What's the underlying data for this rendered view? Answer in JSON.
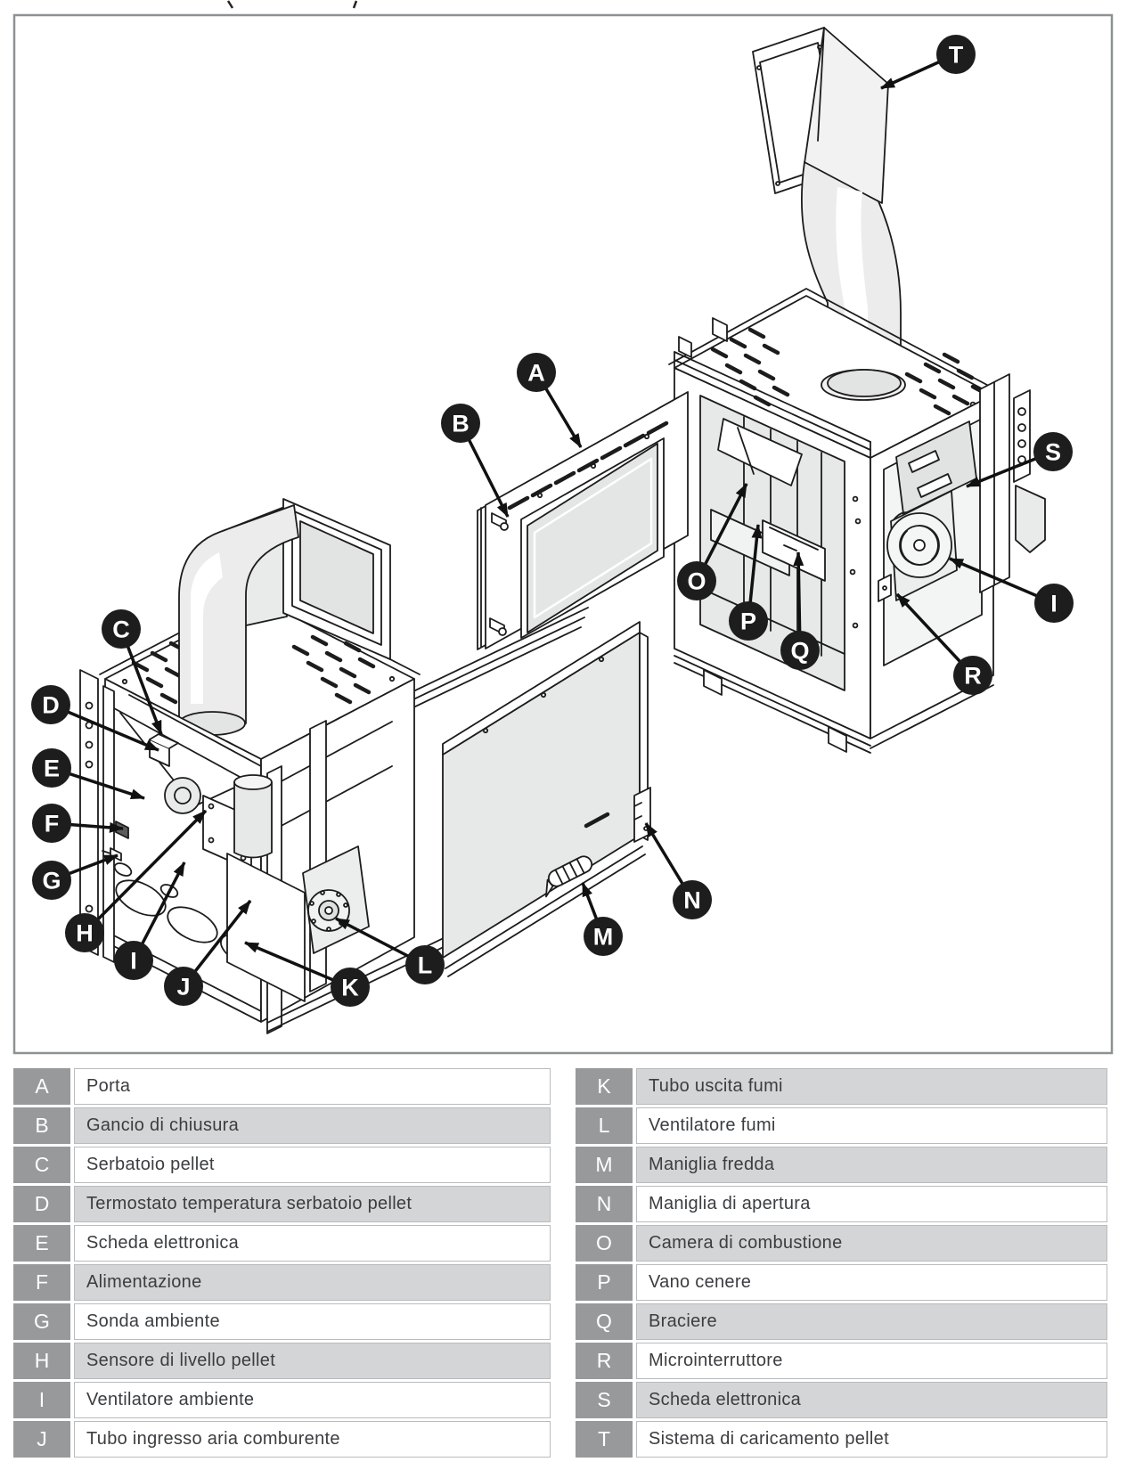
{
  "diagram": {
    "subject": "pellet-stove-insert-exploded-view",
    "frame_border_color": "#8e9193",
    "line_color": "#1c1c1c",
    "shade_color": "#ececec",
    "callout_bg": "#1d1d1d",
    "callout_text_color": "#ffffff",
    "callouts": [
      {
        "letter": "A"
      },
      {
        "letter": "B"
      },
      {
        "letter": "C"
      },
      {
        "letter": "D"
      },
      {
        "letter": "E"
      },
      {
        "letter": "F"
      },
      {
        "letter": "G"
      },
      {
        "letter": "H"
      },
      {
        "letter": "I"
      },
      {
        "letter": "J"
      },
      {
        "letter": "K"
      },
      {
        "letter": "L"
      },
      {
        "letter": "M"
      },
      {
        "letter": "N"
      },
      {
        "letter": "O"
      },
      {
        "letter": "P"
      },
      {
        "letter": "Q"
      },
      {
        "letter": "R"
      },
      {
        "letter": "S"
      },
      {
        "letter": "I"
      },
      {
        "letter": "T"
      }
    ]
  },
  "legend_style": {
    "letter_bg": "#97999b",
    "row_alt_bg": "#d3d5d7",
    "row_bg": "#ffffff",
    "text_color": "#3b3d40"
  },
  "legend_left": {
    "rows": [
      {
        "letter": "A",
        "label": "Porta"
      },
      {
        "letter": "B",
        "label": "Gancio di chiusura"
      },
      {
        "letter": "C",
        "label": "Serbatoio pellet"
      },
      {
        "letter": "D",
        "label": "Termostato temperatura serbatoio pellet"
      },
      {
        "letter": "E",
        "label": "Scheda elettronica"
      },
      {
        "letter": "F",
        "label": "Alimentazione"
      },
      {
        "letter": "G",
        "label": "Sonda ambiente"
      },
      {
        "letter": "H",
        "label": "Sensore di livello pellet"
      },
      {
        "letter": "I",
        "label": "Ventilatore ambiente"
      },
      {
        "letter": "J",
        "label": "Tubo ingresso aria comburente"
      }
    ]
  },
  "legend_right": {
    "rows": [
      {
        "letter": "K",
        "label": "Tubo uscita fumi"
      },
      {
        "letter": "L",
        "label": "Ventilatore fumi"
      },
      {
        "letter": "M",
        "label": "Maniglia fredda"
      },
      {
        "letter": "N",
        "label": "Maniglia di apertura"
      },
      {
        "letter": "O",
        "label": "Camera di combustione"
      },
      {
        "letter": "P",
        "label": "Vano cenere"
      },
      {
        "letter": "Q",
        "label": "Braciere"
      },
      {
        "letter": "R",
        "label": "Microinterruttore"
      },
      {
        "letter": "S",
        "label": "Scheda elettronica"
      },
      {
        "letter": "T",
        "label": "Sistema di caricamento pellet"
      }
    ]
  }
}
